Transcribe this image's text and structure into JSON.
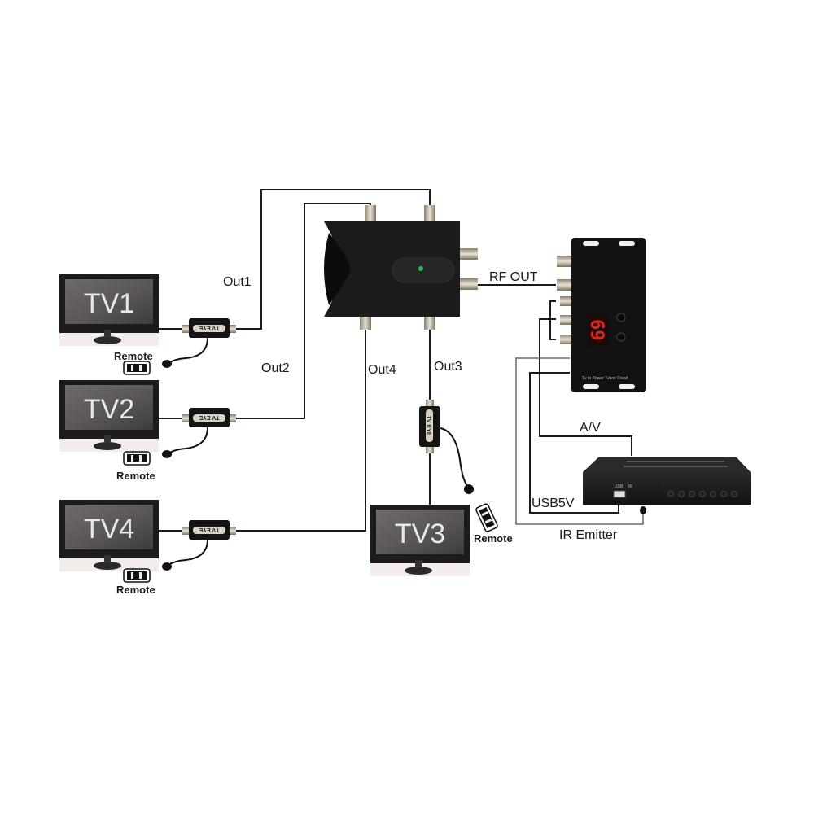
{
  "diagram": {
    "title": "TV EYE IR extender + RF modulator distribution",
    "tvs": [
      {
        "id": "tv1",
        "label": "TV1"
      },
      {
        "id": "tv2",
        "label": "TV2"
      },
      {
        "id": "tv3",
        "label": "TV3"
      },
      {
        "id": "tv4",
        "label": "TV4"
      }
    ],
    "outputs": [
      "Out1",
      "Out2",
      "Out3",
      "Out4"
    ],
    "remote_label": "Remote",
    "ir_eye_label": "TV EYE",
    "rf_out_label": "RF OUT",
    "av_label": "A/V",
    "usb_label": "USB5V",
    "ir_emitter_label": "IR Emitter",
    "modulator_display": "69",
    "receiver_usb_label": "USB",
    "receiver_ir_label": "IR",
    "splitter_led_color": "#1fbf4a",
    "display_color": "#e0261d"
  }
}
